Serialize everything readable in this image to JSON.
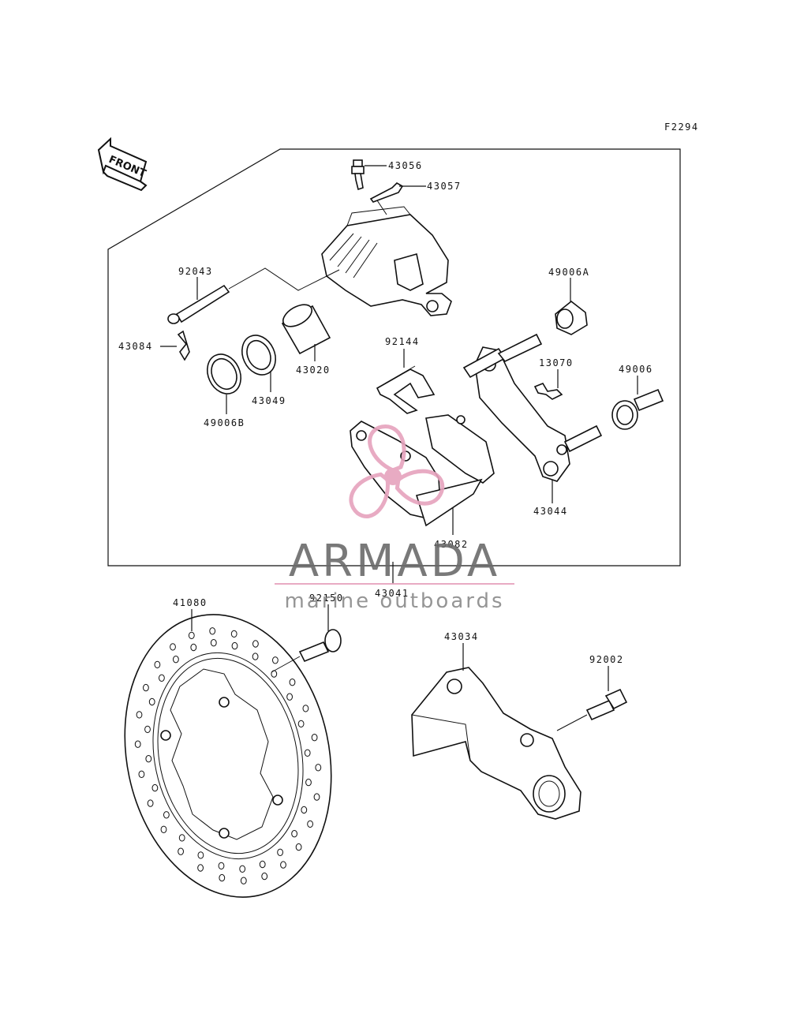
{
  "figure_code": "F2294",
  "front_label": "FRONT",
  "watermark": {
    "title": "ARMADA",
    "subtitle": "marine outboards",
    "logo_color": "#e6a3bd",
    "line_color": "#e6a3bd"
  },
  "parts": [
    {
      "id": "p-43056",
      "number": "43056"
    },
    {
      "id": "p-43057",
      "number": "43057"
    },
    {
      "id": "p-92043",
      "number": "92043"
    },
    {
      "id": "p-49006A",
      "number": "49006A"
    },
    {
      "id": "p-43084",
      "number": "43084"
    },
    {
      "id": "p-92144",
      "number": "92144"
    },
    {
      "id": "p-13070",
      "number": "13070"
    },
    {
      "id": "p-49006",
      "number": "49006"
    },
    {
      "id": "p-43020",
      "number": "43020"
    },
    {
      "id": "p-43049",
      "number": "43049"
    },
    {
      "id": "p-49006B",
      "number": "49006B"
    },
    {
      "id": "p-43044",
      "number": "43044"
    },
    {
      "id": "p-43082",
      "number": "43082"
    },
    {
      "id": "p-43041",
      "number": "43041"
    },
    {
      "id": "p-41080",
      "number": "41080"
    },
    {
      "id": "p-92150",
      "number": "92150"
    },
    {
      "id": "p-43034",
      "number": "43034"
    },
    {
      "id": "p-92002",
      "number": "92002"
    }
  ]
}
